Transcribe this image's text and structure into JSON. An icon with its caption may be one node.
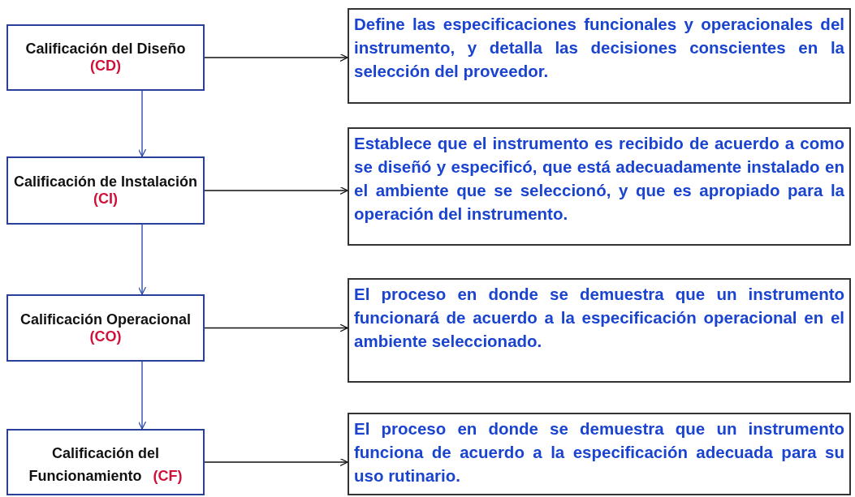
{
  "diagram": {
    "nodes": [
      {
        "text": [
          "Calificación del Diseño",
          "(CD)"
        ]
      },
      {
        "text": [
          "Define las especificaciones funcionales y operacionales del instrumento, y detalla las decisiones conscientes en la selección del proveedor."
        ]
      },
      {
        "text": [
          "Calificación de Instalación",
          "(CI)"
        ]
      },
      {
        "text": [
          "Establece que el instrumento es recibido de acuerdo a como se diseñó y especificó, que está adecuadamente instalado en el ambiente que se seleccionó, y que es apropiado para la operación del instrumento."
        ]
      },
      {
        "text": [
          "Calificación Operacional",
          "(CO)"
        ]
      },
      {
        "text": [
          "El proceso en donde se demuestra que un instrumento funcionará de acuerdo a la especificación operacional en el ambiente seleccionado."
        ]
      },
      {
        "text": [
          "Calificación del Funcionamiento",
          "(CF)"
        ]
      },
      {
        "text": [
          "El proceso en donde se demuestra que un instrumento funciona de acuerdo a la especificación adecuada para su uso rutinario."
        ]
      }
    ],
    "edges": [
      {
        "from": 0,
        "to": 2,
        "arrow": "to",
        "color": "#1f3fa8"
      },
      {
        "from": 2,
        "to": 4,
        "arrow": "to",
        "color": "#1f3fa8"
      },
      {
        "from": 4,
        "to": 6,
        "arrow": "to",
        "color": "#1f3fa8"
      },
      {
        "from": 0,
        "to": 1,
        "arrow": "to"
      },
      {
        "from": 2,
        "to": 3,
        "arrow": "to"
      },
      {
        "from": 4,
        "to": 5,
        "arrow": "to"
      },
      {
        "from": 6,
        "to": 7,
        "arrow": "to"
      }
    ]
  }
}
